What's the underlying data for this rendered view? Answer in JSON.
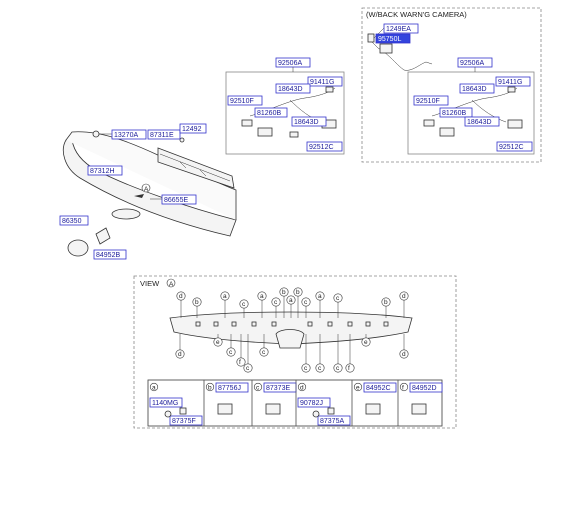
{
  "camera_view": {
    "title": "(W/BACK WARN'G CAMERA)"
  },
  "labels": {
    "top_harness": "92506A",
    "cam_harness": "92506A",
    "p91411G_left": "91411G",
    "p91411G_right": "91411G",
    "p18643D_l1": "18643D",
    "p18643D_l2": "18643D",
    "p18643D_r1": "18643D",
    "p18643D_r2": "18643D",
    "p92510F_left": "92510F",
    "p92510F_right": "92510F",
    "p81260B_left": "81260B",
    "p81260B_right": "81260B",
    "p92512C_left": "92512C",
    "p92512C_right": "92512C",
    "p1249EA": "1249EA",
    "p95750L": "95750L",
    "p13270A": "13270A",
    "p87311E": "87311E",
    "p12492": "12492",
    "p87312H": "87312H",
    "p86655E": "86655E",
    "p86350": "86350",
    "p84952B": "84952B",
    "callout_A": "A",
    "view_title": "VIEW",
    "view_circle": "A"
  },
  "legend": [
    {
      "letter": "a",
      "parts": [
        "1140MG",
        "87375F"
      ]
    },
    {
      "letter": "b",
      "parts": [
        "87756J"
      ]
    },
    {
      "letter": "c",
      "parts": [
        "87373E"
      ]
    },
    {
      "letter": "d",
      "parts": [
        "90782J",
        "87375A"
      ]
    },
    {
      "letter": "e",
      "parts": [
        "84952C"
      ]
    },
    {
      "letter": "f",
      "parts": [
        "84952D"
      ]
    }
  ],
  "view_markers": {
    "top": [
      "d",
      "b",
      "a",
      "c",
      "a",
      "c",
      "b",
      "b",
      "a",
      "c",
      "a",
      "c",
      "b",
      "d"
    ],
    "bottom": [
      "d",
      "e",
      "c",
      "f",
      "c",
      "c",
      "c",
      "c",
      "c",
      "f",
      "e",
      "d"
    ]
  }
}
